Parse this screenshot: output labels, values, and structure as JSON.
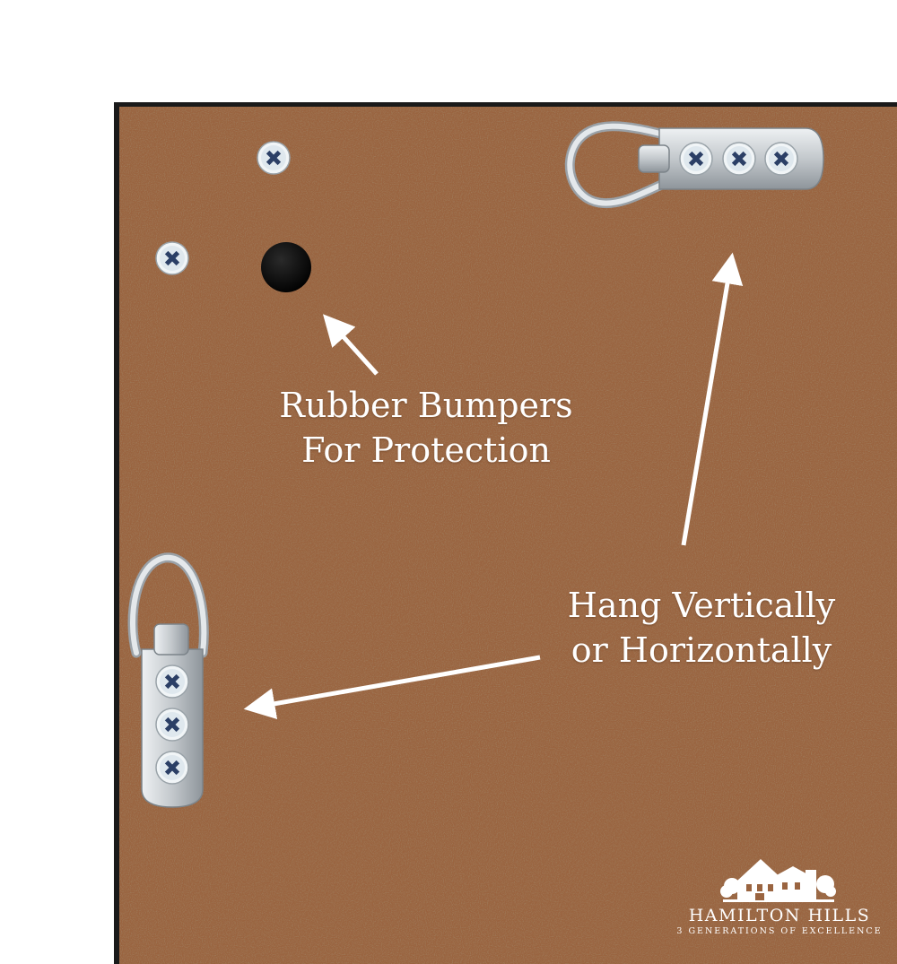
{
  "labels": {
    "bumpers_line1": "Rubber Bumpers",
    "bumpers_line2": "For Protection",
    "hang_line1": "Hang Vertically",
    "hang_line2": "or Horizontally"
  },
  "brand": {
    "name": "HAMILTON HILLS",
    "tagline": "3 GENERATIONS OF EXCELLENCE"
  },
  "colors": {
    "board": "#9a6440",
    "frame_edge": "#1a1a1a",
    "text": "#ffffff",
    "metal": "#c8cccf",
    "screw_head": "#e6eef2",
    "screw_slot": "#2b3f66"
  }
}
